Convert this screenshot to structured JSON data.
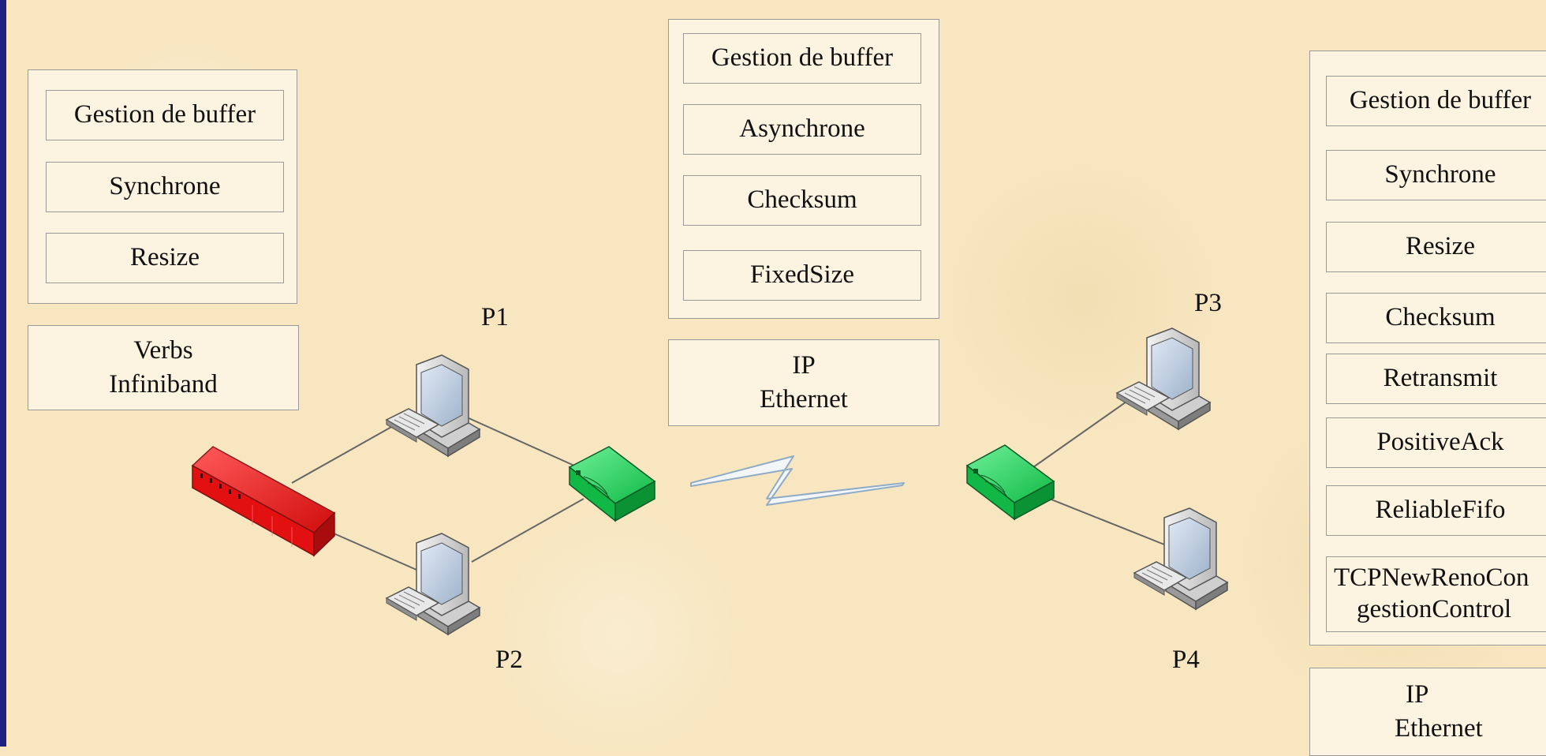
{
  "stack_infiniband": {
    "layers": [
      "Gestion de buffer",
      "Synchrone",
      "Resize"
    ],
    "transport": [
      "Verbs",
      "Infiniband"
    ]
  },
  "stack_ip_small": {
    "layers": [
      "Gestion de buffer",
      "Asynchrone",
      "Checksum",
      "FixedSize"
    ],
    "transport": [
      "IP",
      "Ethernet"
    ]
  },
  "stack_ip_large": {
    "layers": [
      "Gestion de buffer",
      "Synchrone",
      "Resize",
      "Checksum",
      "Retransmit",
      "PositiveAck",
      "ReliableFifo",
      "TCPNewRenoCon",
      "gestionControl"
    ],
    "transport": [
      "IP",
      "Ethernet"
    ]
  },
  "hosts": {
    "p1": "P1",
    "p2": "P2",
    "p3": "P3",
    "p4": "P4"
  },
  "icons": {
    "switch": "infiniband-switch-icon",
    "router": "router-icon",
    "pc": "workstation-icon",
    "link": "wan-link-icon"
  },
  "colors": {
    "background": "#f7e6c0",
    "left_bar": "#1a2180",
    "switch_red": "#e21010",
    "router_green": "#11c24a",
    "wan_outline": "#9bb4cc"
  }
}
